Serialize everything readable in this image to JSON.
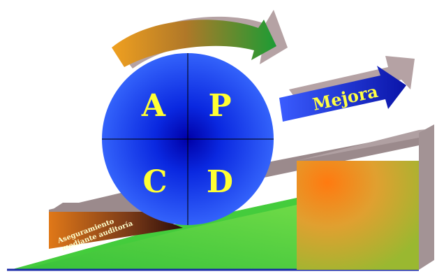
{
  "cycle": {
    "plan": "P",
    "do": "D",
    "check": "C",
    "act": "A"
  },
  "arrow_label": "Mejora",
  "wedge_label": [
    "Aseguramiento",
    "mediante auditoría"
  ],
  "ramp_caption": "",
  "block_caption": "",
  "colors": {
    "sphere": "#1a3cff",
    "sphere_center": "#0000a0",
    "arrow_blue": "#1a2fd8",
    "ramp": "#55d648",
    "block": "#f0a020",
    "shadow": "#9b8a8c",
    "letters": "#ffff33"
  }
}
